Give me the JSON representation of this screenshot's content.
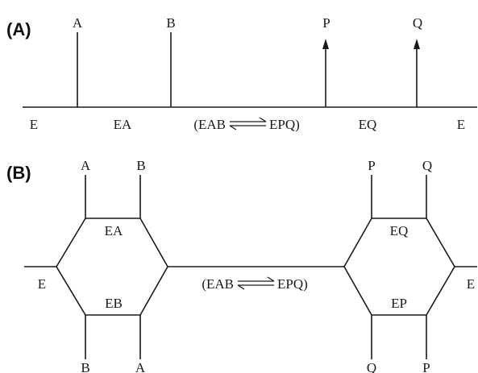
{
  "panel_a": {
    "tag": "(A)",
    "substrates": [
      "A",
      "B"
    ],
    "products": [
      "P",
      "Q"
    ],
    "enzyme_forms": [
      "E",
      "EA",
      "EQ",
      "E"
    ],
    "central_complex_left": "(EAB",
    "central_complex_right": "EPQ)"
  },
  "panel_b": {
    "tag": "(B)",
    "left_hexagon": {
      "top_inputs": [
        "A",
        "B"
      ],
      "bottom_inputs": [
        "B",
        "A"
      ],
      "upper_form": "EA",
      "lower_form": "EB"
    },
    "right_hexagon": {
      "top_outputs": [
        "P",
        "Q"
      ],
      "bottom_outputs": [
        "Q",
        "P"
      ],
      "upper_form": "EQ",
      "lower_form": "EP"
    },
    "left_enzyme": "E",
    "right_enzyme": "E",
    "central_complex_left": "(EAB",
    "central_complex_right": "EPQ)"
  }
}
